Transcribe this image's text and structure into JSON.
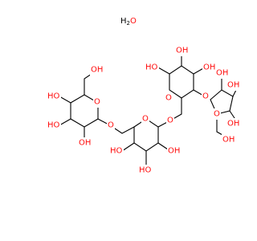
{
  "structure": {
    "water": {
      "h": "H",
      "sub": "2",
      "o": "O"
    },
    "atoms": {
      "a_ch2oh_top": "OH",
      "a_ho_g1a": "HO",
      "a_ho_g1b": "HO",
      "a_ho_g1c": "OH",
      "a_ring_o_g1": "O",
      "a_link_o1": "O",
      "a_ring_o_g2": "O",
      "a_link_o2": "O",
      "a_ho_g2a": "HO",
      "a_ho_g2b": "HO",
      "a_ho_g2c": "OH",
      "a_ho_g3a": "OH",
      "a_ho_g3b": "HO",
      "a_ho_g3c": "OH",
      "a_ring_o_g3": "O",
      "a_glyc_o": "O",
      "a_ring_o_fru": "O",
      "a_fru_ch2oh_top": "OH",
      "a_fru_oh_a": "OH",
      "a_fru_oh_b": "OH",
      "a_fru_ch2oh_bot": "OH"
    },
    "colors": {
      "oxygen": "#ff0d0d",
      "carbon": "#000000",
      "background": "#ffffff"
    }
  }
}
